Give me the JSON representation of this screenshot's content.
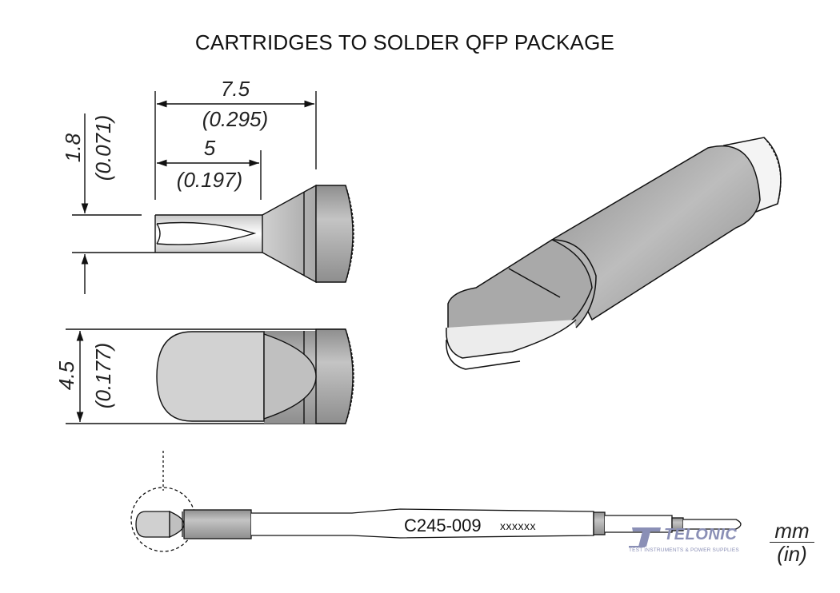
{
  "title": "CARTRIDGES TO SOLDER QFP PACKAGE",
  "dimensions": {
    "overall_length": {
      "mm": "7.5",
      "in": "(0.295)"
    },
    "blade_length": {
      "mm": "5",
      "in": "(0.197)"
    },
    "blade_thickness": {
      "mm": "1.8",
      "in": "(0.071)"
    },
    "blade_width": {
      "mm": "4.5",
      "in": "(0.177)"
    }
  },
  "cartridge": {
    "part_number": "C245-009",
    "lot_code": "xxxxxx"
  },
  "units": {
    "primary": "mm",
    "secondary": "(in)"
  },
  "watermark": {
    "brand": "TELONIC",
    "tagline": "TEST INSTRUMENTS & POWER SUPPLIES",
    "color": "#8a8fb6"
  },
  "colors": {
    "outline": "#111111",
    "metal_dark": "#9c9c9c",
    "metal_mid": "#b8b8b8",
    "metal_light": "#d6d6d6"
  }
}
